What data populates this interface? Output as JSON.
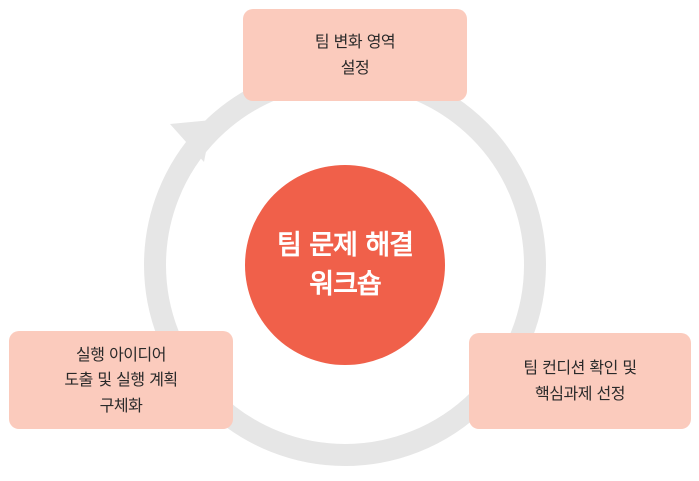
{
  "diagram": {
    "center": {
      "line1": "팀 문제 해결",
      "line2": "워크숍"
    },
    "steps": [
      {
        "lines": [
          "팀 변화 영역",
          "설정"
        ]
      },
      {
        "lines": [
          "팀 컨디션 확인 및",
          "핵심과제 선정"
        ]
      },
      {
        "lines": [
          "실행 아이디어",
          "도출 및 실행 계획",
          "구체화"
        ]
      }
    ],
    "colors": {
      "center_fill": "#f0604a",
      "step_fill": "#fbcbbd",
      "cycle_arrow": "#e6e6e6",
      "text_dark": "#2a2a2a",
      "text_light": "#ffffff"
    }
  }
}
